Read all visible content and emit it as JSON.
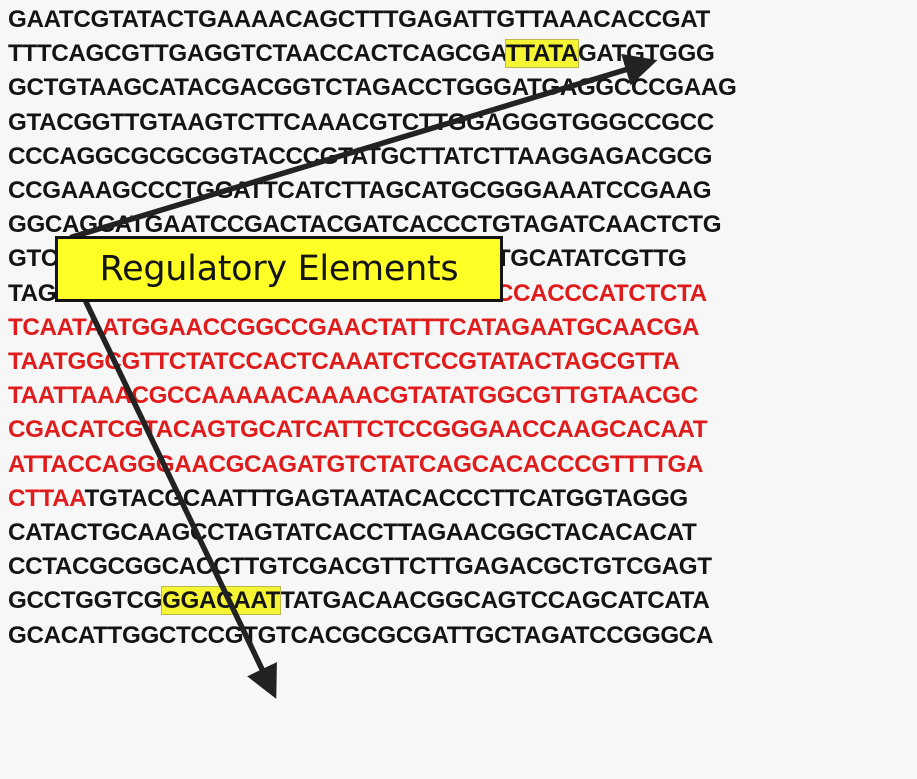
{
  "sequence_lines": [
    {
      "segments": [
        {
          "text": "GAATCGTATACTGAAAACAGCTTTGAGATTGTTAAACACCGAT",
          "color": "black"
        }
      ]
    },
    {
      "segments": [
        {
          "text": "TTTCAGCGTTGAGGTCTAACCACTCAGCGA",
          "color": "black"
        },
        {
          "text": "TTATA",
          "color": "black",
          "highlight": true
        },
        {
          "text": "GATGTGGG",
          "color": "black"
        }
      ]
    },
    {
      "segments": [
        {
          "text": "GCTGTAAGCATACGACGGTCTAGACCTGGGATGAGGCCCGAAG",
          "color": "black"
        }
      ]
    },
    {
      "segments": [
        {
          "text": "GTACGGTTGTAAGTCTTCAAACGTCTTGGAGGGTGGGCCGCC",
          "color": "black"
        }
      ]
    },
    {
      "segments": [
        {
          "text": "CCCAGGCGCGCGGTACCCGTATGCTTATCTTAAGGAGACGCG",
          "color": "black"
        }
      ]
    },
    {
      "segments": [
        {
          "text": "CCGAAAGCCCTGGATTCATCTTAGCATGCGGGAAATCCGAAG",
          "color": "black"
        }
      ]
    },
    {
      "segments": [
        {
          "text": "GGCAGCATGAATCCGACTACGATCACCCTGTAGATCAACTCTG",
          "color": "black"
        }
      ]
    },
    {
      "segments": [
        {
          "text": "GTCGAGCGATACCGACTCTACACGGGTGATGCATATCGTTG",
          "color": "black"
        }
      ]
    },
    {
      "segments": [
        {
          "text": "TAGAGATGATGCTGA",
          "color": "black"
        },
        {
          "text": "ATGGAAGAAAACCGCCACCCATCTCTA",
          "color": "red"
        }
      ]
    },
    {
      "segments": [
        {
          "text": "TCAATAATGGAACCGGCCGAACTATTTCATAGAATGCAACGA",
          "color": "red"
        }
      ]
    },
    {
      "segments": [
        {
          "text": "TAATGGCGTTCTATCCACTCAAATCTCCGTATACTAGCGTTA",
          "color": "red"
        }
      ]
    },
    {
      "segments": [
        {
          "text": "TAATTAAACGCCAAAAACAAAACGTATATGGCGTTGTAACGC",
          "color": "red"
        }
      ]
    },
    {
      "segments": [
        {
          "text": "CGACATCGTACAGTGCATCATTCTCCGGGAACCAAGCACAAT",
          "color": "red"
        }
      ]
    },
    {
      "segments": [
        {
          "text": "ATTACCAGGGAACGCAGATGTCTATCAGCACACCCGTTTTGA",
          "color": "red"
        }
      ]
    },
    {
      "segments": [
        {
          "text": "CTTAA",
          "color": "red"
        },
        {
          "text": "TGTACGCAATTTGAGTAATACACCCTTCATGGTAGGG",
          "color": "black"
        }
      ]
    },
    {
      "segments": [
        {
          "text": "CATACTGCAAGCCTAGTATCACCTTAGAACGGCTACACACAT",
          "color": "black"
        }
      ]
    },
    {
      "segments": [
        {
          "text": "CCTACGCGGCACCTTGTCGACGTTCTTGAGACGCTGTCGAGT",
          "color": "black"
        }
      ]
    },
    {
      "segments": [
        {
          "text": "GCCTGGTCG",
          "color": "black"
        },
        {
          "text": "GGACAAT",
          "color": "black",
          "highlight": true
        },
        {
          "text": "TATGACAACGGCAGTCCAGCATCATA",
          "color": "black"
        }
      ]
    },
    {
      "segments": [
        {
          "text": "GCACATTGGCTCCGTGTCACGCGCGATTGCTAGATCCGGGCA",
          "color": "black"
        }
      ]
    }
  ],
  "label": {
    "text": "Regulatory Elements"
  },
  "colors": {
    "dna_black": "#141414",
    "coding_red": "#e01b1b",
    "highlight_yellow": "#f5f533",
    "label_yellow": "#ffff26",
    "arrow": "#222222"
  },
  "arrows": [
    {
      "name": "arrow-to-tata-box"
    },
    {
      "name": "arrow-to-ggacaat-box"
    }
  ]
}
